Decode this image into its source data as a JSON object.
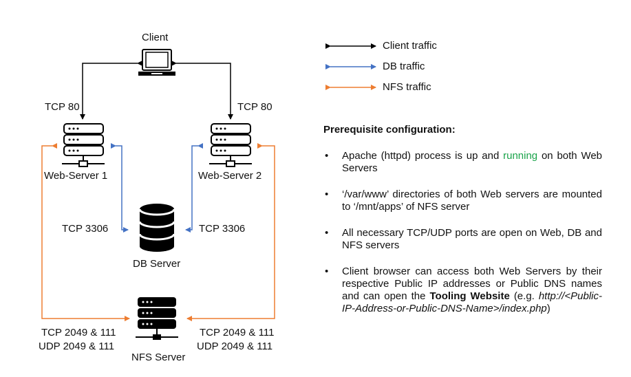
{
  "nodes": {
    "client": "Client",
    "web1": "Web-Server 1",
    "web2": "Web-Server 2",
    "db": "DB Server",
    "nfs": "NFS Server"
  },
  "ports": {
    "tcp80_left": "TCP 80",
    "tcp80_right": "TCP 80",
    "tcp3306_left": "TCP 3306",
    "tcp3306_right": "TCP 3306",
    "nfs_left_tcp": "TCP 2049 & 111",
    "nfs_left_udp": "UDP 2049 & 111",
    "nfs_right_tcp": "TCP 2049 & 111",
    "nfs_right_udp": "UDP 2049 & 111"
  },
  "legend": {
    "client": "Client traffic",
    "db": "DB traffic",
    "nfs": "NFS traffic"
  },
  "colors": {
    "client": "#000000",
    "db": "#4472c4",
    "nfs": "#ed7d31",
    "running": "#1aa34a"
  },
  "prereq": {
    "title": "Prerequisite configuration:",
    "item1_pre": "Apache (httpd) process is up and ",
    "item1_green": "running",
    "item1_post": " on both Web Servers",
    "item2": "‘/var/www’ directories of both Web servers are mounted to ‘/mnt/apps’ of NFS server",
    "item3": "All necessary TCP/UDP ports are open on Web, DB and NFS servers",
    "item4_pre": "Client browser can access both Web Servers by their respective Public IP addresses or Public DNS names and can open the ",
    "item4_bold": "Tooling Website",
    "item4_mid": " (e.g. ",
    "item4_italic": "http://<Public-IP-Address-or-Public-DNS-Name>/index.php",
    "item4_post": ")"
  }
}
